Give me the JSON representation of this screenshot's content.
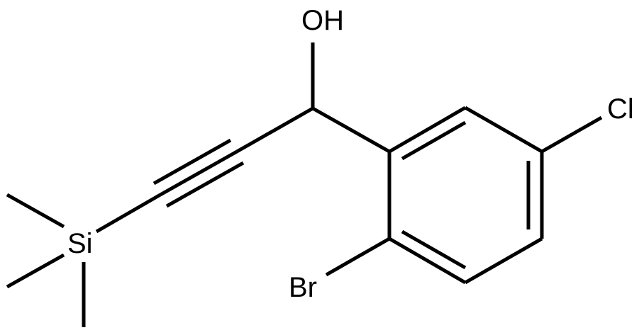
{
  "atoms": {
    "hydroxyl": "OH",
    "chlorine": "Cl",
    "bromine": "Br",
    "silicon": "Si"
  },
  "colors": {
    "bond": "#000000",
    "label": "#000000",
    "background": "#ffffff"
  }
}
